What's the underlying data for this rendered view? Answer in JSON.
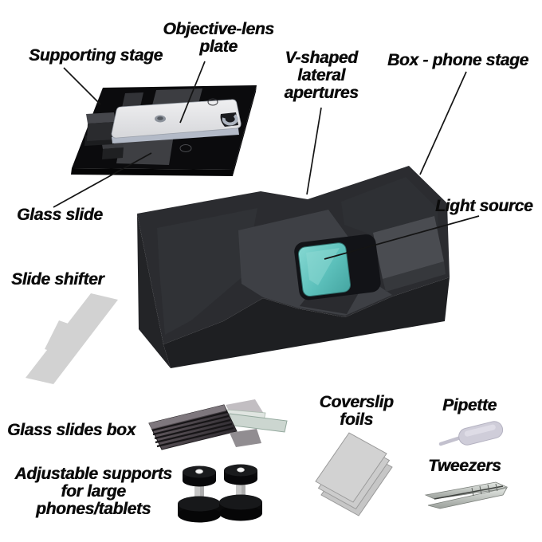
{
  "figure": {
    "background_color": "#ffffff",
    "label_color": "#0b0b0b",
    "accent_teal": "#5ec5c0",
    "box_body_color": "#232427",
    "part_gray": "#d2d2d2"
  },
  "callouts": {
    "supporting_stage": {
      "label": "Supporting stage"
    },
    "objective_lens_plate": {
      "line1": "Objective-lens",
      "line2": "plate"
    },
    "v_shaped_apertures": {
      "line1": "V-shaped",
      "line2": "lateral",
      "line3": "apertures"
    },
    "box_phone_stage": {
      "label": "Box - phone stage"
    },
    "glass_slide": {
      "label": "Glass slide"
    },
    "light_source": {
      "label": "Light source"
    },
    "slide_shifter": {
      "label": "Slide shifter"
    },
    "glass_slides_box": {
      "label": "Glass slides box"
    },
    "adjustable_supports": {
      "line1": "Adjustable supports",
      "line2": "for large",
      "line3": "phones/tablets"
    },
    "coverslip_foils": {
      "line1": "Coverslip",
      "line2": "foils"
    },
    "pipette": {
      "label": "Pipette"
    },
    "tweezers": {
      "label": "Tweezers"
    }
  }
}
